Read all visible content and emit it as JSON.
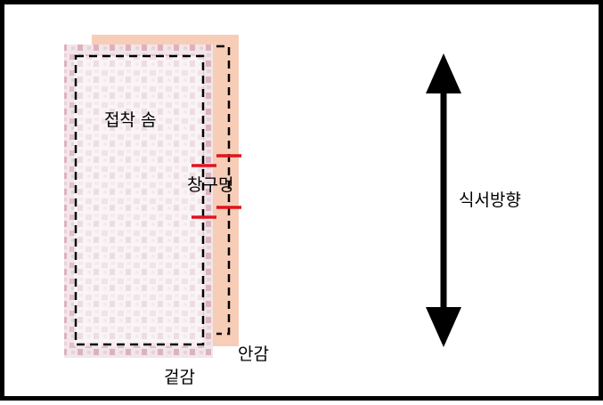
{
  "labels": {
    "adhesive_cotton": "접착 솜",
    "return_opening": "창구멍",
    "lining": "안감",
    "outer_fabric": "겉감",
    "direction_label": "식서방향"
  },
  "colors": {
    "lining_fill": "#f7cdb8",
    "outer_fabric_pattern": "#e5c3cc",
    "outer_fabric_light": "#f1e6ea",
    "dashed_line": "#000000",
    "opening_marks": "#e0141e",
    "arrow": "#000000",
    "frame_border": "#000000"
  }
}
